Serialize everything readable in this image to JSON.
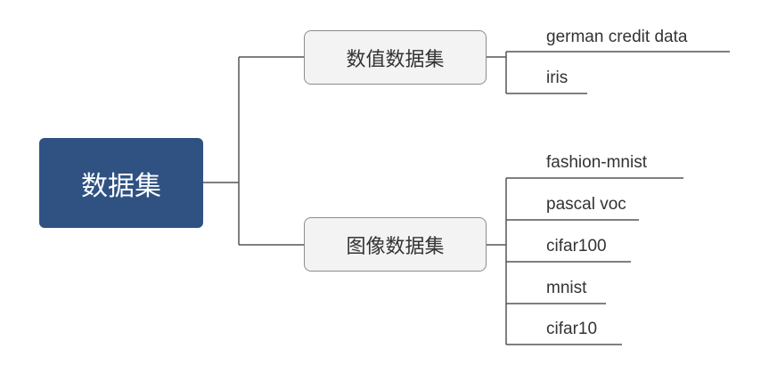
{
  "root": {
    "label": "数据集"
  },
  "branches": [
    {
      "label": "数值数据集",
      "leaves": [
        "german credit data",
        "iris"
      ]
    },
    {
      "label": "图像数据集",
      "leaves": [
        "fashion-mnist",
        "pascal voc",
        "cifar100",
        "mnist",
        "cifar10"
      ]
    }
  ],
  "colors": {
    "root_fill": "#2f5283",
    "branch_fill": "#f3f3f3",
    "branch_border": "#8c8c8c",
    "line": "#555555",
    "text": "#333333"
  }
}
